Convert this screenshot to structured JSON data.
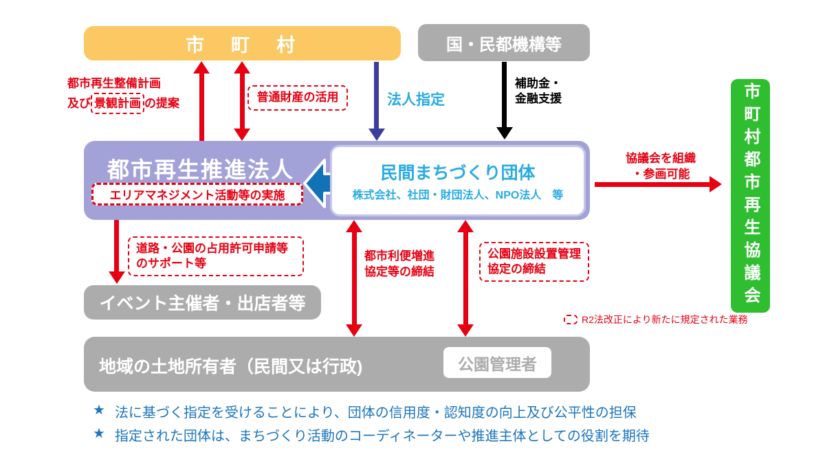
{
  "colors": {
    "red": "#E60012",
    "orange": "#FBC863",
    "gray": "#ACACAC",
    "purple": "#A3A2D8",
    "navy_arrow": "#3B3E9B",
    "cyan": "#29ABE2",
    "block_arrow_blue": "#1272B6",
    "green": "#2FBE2F",
    "footnote_blue": "#1C75BC"
  },
  "boxes": {
    "municipality": {
      "label": "市　町　村"
    },
    "national": {
      "label": "国・民都機構等"
    },
    "promotion": {
      "title": "都市再生推進法人",
      "badge": "エリアマネジメント活動等の実施"
    },
    "private_org": {
      "title": "民間まちづくり団体",
      "subtitle": "株式会社、社団・財団法人、NPO法人　等"
    },
    "council": {
      "label": "市町村都市再生協議会"
    },
    "event": {
      "label": "イベント主催者・出店者等"
    },
    "landowner": {
      "label": "地域の土地所有者（民間又は行政)",
      "inner_label": "公園管理者"
    }
  },
  "arrow_labels": {
    "plan_line1": "都市再生整備計画",
    "plan_prefix": "及び",
    "plan_boxed": "景観計画",
    "plan_suffix": "の提案",
    "ordinary_property": "普通財産の活用",
    "corporation_designation": "法人指定",
    "subsidy": "補助金・\n金融支援",
    "council_org": "協議会を組織\n・参画可能",
    "road_support": "道路・公園の占用許可申請等\nのサポート等",
    "urban_convenience": "都市利便増進\n協定等の締結",
    "park_facility": "公園施設設置管理\n協定の締結"
  },
  "legend": {
    "text": "R2法改正により新たに規定された業務"
  },
  "footnotes": {
    "star": "★",
    "line1": "法に基づく指定を受けることにより、団体の信用度・認知度の向上及び公平性の担保",
    "line2": "指定された団体は、まちづくり活動のコーディネーターや推進主体としての役割を期待"
  }
}
